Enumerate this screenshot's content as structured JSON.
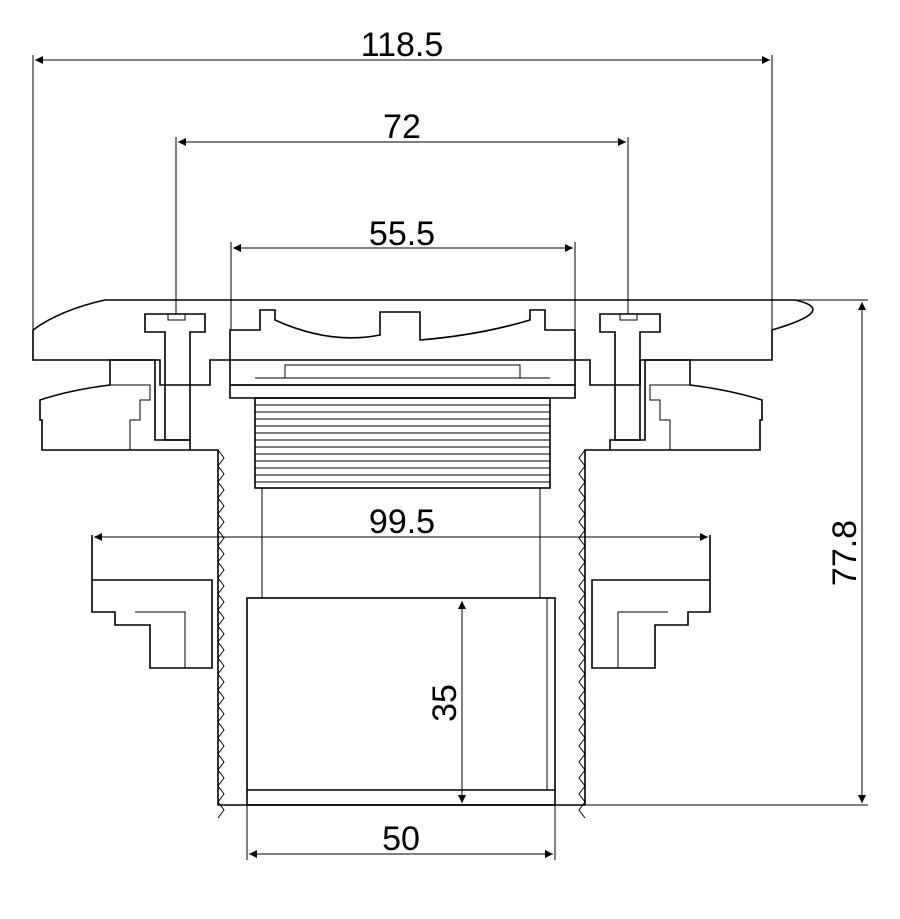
{
  "dimensions": {
    "overall_width": "118.5",
    "bolt_span": "72",
    "top_opening": "55.5",
    "nut_width": "99.5",
    "height": "77.8",
    "inner_height": "35",
    "bottom_width": "50"
  },
  "colors": {
    "line": "#000000",
    "background": "#ffffff"
  }
}
